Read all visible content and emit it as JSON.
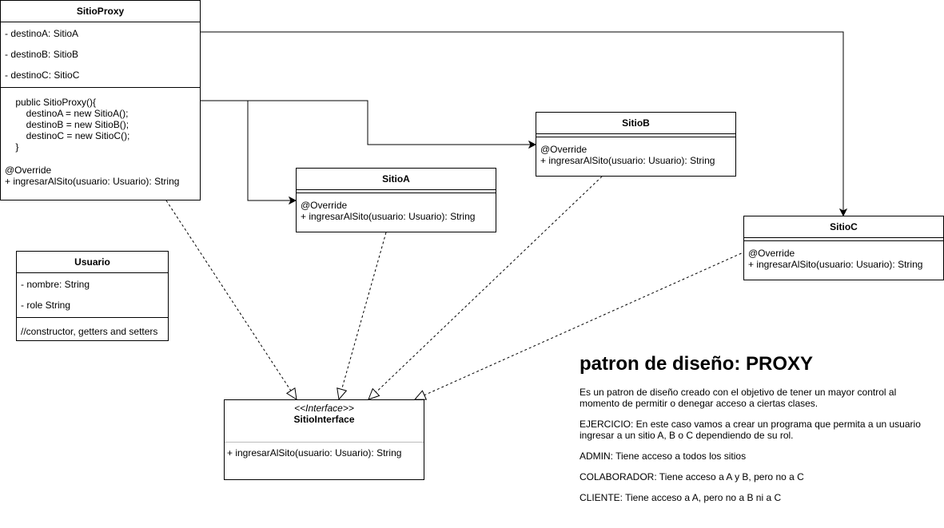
{
  "sitio_proxy": {
    "name": "SitioProxy",
    "attributes": [
      "- destinoA: SitioA",
      "- destinoB: SitioB",
      "- destinoC: SitioC"
    ],
    "constructor": [
      "    public SitioProxy(){",
      "        destinoA = new SitioA();",
      "        destinoB = new SitioB();",
      "        destinoC = new SitioC();",
      "    }"
    ],
    "annotation": "@Override",
    "method": "+ ingresarAlSito(usuario: Usuario): String"
  },
  "sitio_a": {
    "name": "SitioA",
    "annotation": "@Override",
    "method": "+ ingresarAlSito(usuario: Usuario): String"
  },
  "sitio_b": {
    "name": "SitioB",
    "annotation": "@Override",
    "method": "+ ingresarAlSito(usuario: Usuario): String"
  },
  "sitio_c": {
    "name": "SitioC",
    "annotation": "@Override",
    "method": "+ ingresarAlSito(usuario: Usuario): String"
  },
  "usuario": {
    "name": "Usuario",
    "attributes": [
      "- nombre: String",
      "- role String"
    ],
    "method": "//constructor, getters and setters"
  },
  "sitio_interface": {
    "stereotype": "<<Interface>>",
    "name": "SitioInterface",
    "method": "+ ingresarAlSito(usuario: Usuario): String"
  },
  "notes": {
    "title": "patron de diseño: PROXY",
    "paragraphs": [
      "Es un patron de diseño creado con el objetivo de tener un mayor control al momento de permitir o denegar acceso a ciertas clases.",
      "EJERCICIO: En este caso vamos a crear un programa que permita a un usuario ingresar a un sitio A, B o C dependiendo de su rol.",
      "ADMIN: Tiene acceso a todos los sitios",
      "COLABORADOR: Tiene acceso a A y B, pero no a C",
      "CLIENTE: Tiene acceso a A, pero no a B ni a C"
    ]
  }
}
